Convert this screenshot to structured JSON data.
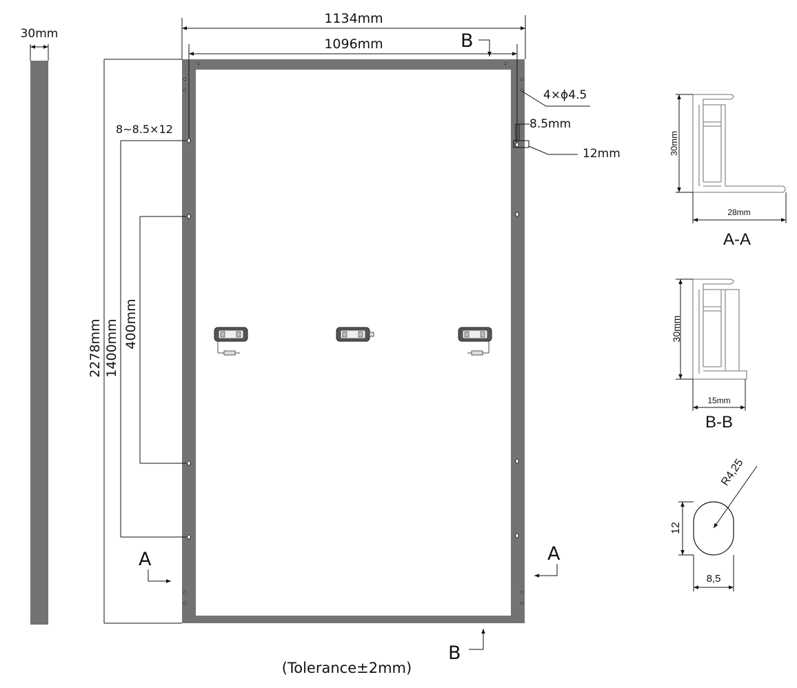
{
  "side_view": {
    "thickness_label": "30mm"
  },
  "front_view": {
    "overall_width": "1134mm",
    "inner_width": "1096mm",
    "overall_height": "2278mm",
    "mount_spacing_outer": "1400mm",
    "mount_spacing_inner": "400mm",
    "mount_slot_spec": "8~8.5×12",
    "ground_holes": "4×ϕ4.5",
    "slot_width": "8.5mm",
    "slot_length": "12mm",
    "section_a": "A",
    "section_b": "B",
    "tolerance": "(Tolerance±2mm)"
  },
  "section_aa": {
    "height": "30mm",
    "width": "28mm",
    "title": "A-A"
  },
  "section_bb": {
    "height": "30mm",
    "width": "15mm",
    "title": "B-B"
  },
  "slot_detail": {
    "radius": "R4,25",
    "height": "12",
    "width": "8,5"
  },
  "colors": {
    "frame": "#737373",
    "line": "#111111",
    "profile": "#8c8c8c"
  }
}
